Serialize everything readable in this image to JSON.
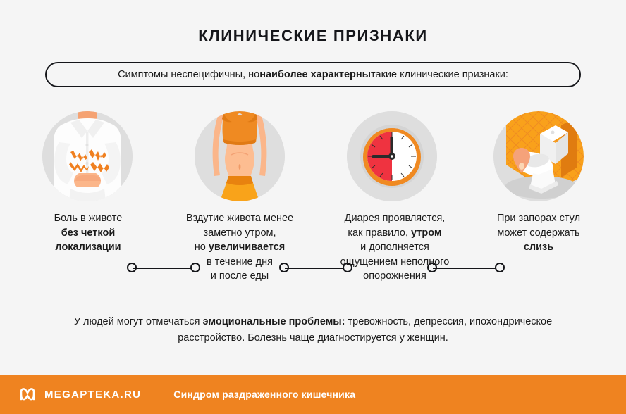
{
  "page": {
    "background_color": "#f5f5f5",
    "accent_color": "#ef8320",
    "title": "КЛИНИЧЕСКИЕ ПРИЗНАКИ"
  },
  "subtitle_pill": {
    "text_before": "Симптомы неспецифичны, но ",
    "text_bold": "наиболее характерны",
    "text_after": " такие клинические признаки:"
  },
  "steps": [
    {
      "icon_name": "abdominal-pain-person-icon",
      "caption_lines": [
        {
          "text": "Боль в животе",
          "bold": false
        },
        {
          "text": "без четкой",
          "bold": true
        },
        {
          "text": "локализации",
          "bold": true
        }
      ]
    },
    {
      "icon_name": "bloated-abdomen-torso-icon",
      "caption_lines": [
        {
          "text": "Вздутие живота менее",
          "bold": false
        },
        {
          "text": "заметно утром,",
          "bold": false
        },
        {
          "text": "но ",
          "bold": false,
          "bold_tail": "увеличивается"
        },
        {
          "text": "в течение дня",
          "bold": false
        },
        {
          "text": "и после еды",
          "bold": false
        }
      ]
    },
    {
      "icon_name": "clock-timer-icon",
      "caption_lines": [
        {
          "text": "Диарея проявляется,",
          "bold": false
        },
        {
          "text": "как правило, ",
          "bold": false,
          "bold_tail": "утром"
        },
        {
          "text": "и дополняется",
          "bold": false
        },
        {
          "text": "ощущением неполного",
          "bold": false
        },
        {
          "text": "опорожнения",
          "bold": false
        }
      ]
    },
    {
      "icon_name": "toilet-icon",
      "caption_lines": [
        {
          "text": "При запорах стул",
          "bold": false
        },
        {
          "text": "может содержать",
          "bold": false
        },
        {
          "text": "слизь",
          "bold": true
        }
      ]
    }
  ],
  "captions": {
    "one": {
      "line1": "Боль в животе",
      "line2": "без четкой",
      "line3": "локализации"
    },
    "two": {
      "line1": "Вздутие живота менее",
      "line2": "заметно утром,",
      "line3_plain": "но ",
      "line3_bold": "увеличивается",
      "line4": "в течение дня",
      "line5": "и после еды"
    },
    "three": {
      "line1": "Диарея проявляется,",
      "line2_plain": "как правило, ",
      "line2_bold": "утром",
      "line3": "и дополняется",
      "line4": "ощущением неполного",
      "line5": "опорожнения"
    },
    "four": {
      "line1": "При запорах стул",
      "line2": "может содержать",
      "line3": "слизь"
    }
  },
  "note": {
    "part1": "У людей могут отмечаться ",
    "bold": "эмоциональные проблемы:",
    "part2": " тревожность, депрессия, ипохондрическое расстройство. Болезнь чаще диагностируется у женщин."
  },
  "footer": {
    "logo_icon": "megapteka-m-logo-icon",
    "brand": "MEGAPTEKA.RU",
    "tagline": "Синдром раздраженного кишечника",
    "background_color": "#ef8320"
  }
}
